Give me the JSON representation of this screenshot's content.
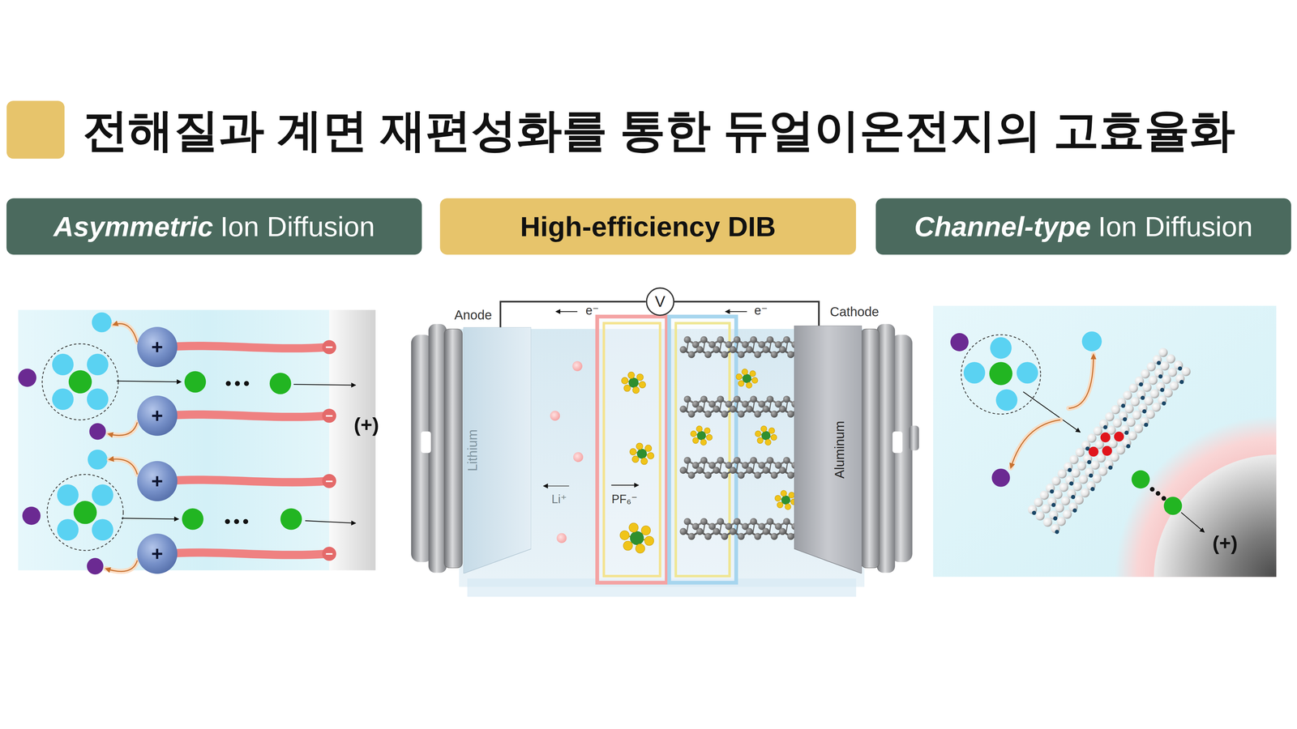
{
  "diagram": {
    "title": "전해질과 계면 재편성화를 통한 듀얼이온전지의 고효율화",
    "nodes": [
      {
        "text": [
          "Asymmetric",
          "Ion Diffusion"
        ]
      },
      {
        "text": [
          "High-efficiency DIB"
        ]
      },
      {
        "text": [
          "Channel-type",
          "Ion Diffusion"
        ]
      },
      {
        "text": [
          "+"
        ]
      },
      {
        "text": [
          "+"
        ]
      },
      {
        "text": [
          "+"
        ]
      },
      {
        "text": [
          "+"
        ]
      },
      {
        "text": [
          "V"
        ]
      },
      {
        "text": [
          "Lithium"
        ]
      },
      {
        "text": [
          "Aluminum"
        ]
      }
    ],
    "edges": [
      {
        "from": 8,
        "to": 7,
        "arrow": "none"
      },
      {
        "from": 7,
        "to": 9,
        "arrow": "none"
      }
    ],
    "labels": [
      "−",
      "−",
      "−",
      "−",
      "(+)",
      "Anode",
      "e⁻",
      "e⁻",
      "Cathode",
      "Li⁺",
      "PF₆⁻",
      "(+)"
    ]
  }
}
